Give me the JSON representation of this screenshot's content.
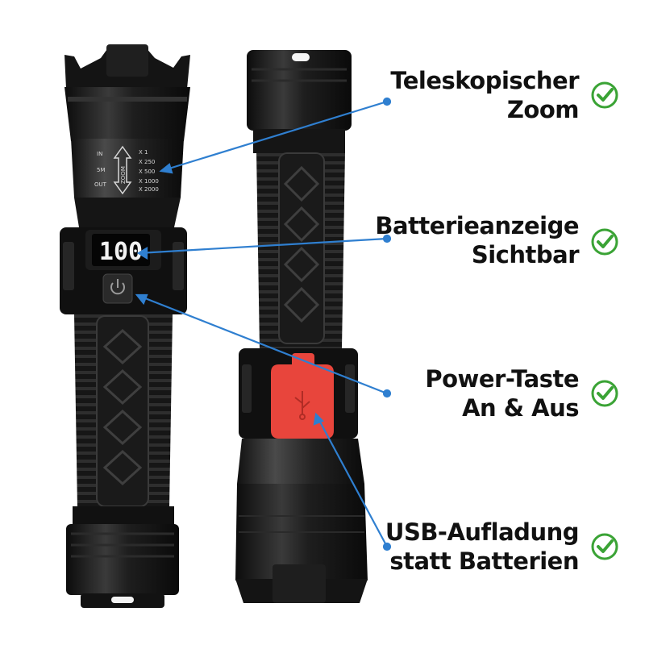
{
  "features": [
    {
      "line1": "Teleskopischer",
      "line2": "Zoom"
    },
    {
      "line1": "Batterieanzeige",
      "line2": "Sichtbar"
    },
    {
      "line1": "Power-Taste",
      "line2": "An & Aus"
    },
    {
      "line1": "USB-Aufladung",
      "line2": "statt Batterien"
    }
  ],
  "display": {
    "battery_level": "100"
  },
  "zoom_scale": {
    "in_label": "IN",
    "mid_label": "5M",
    "out_label": "OUT",
    "levels": [
      "X 1",
      "X 250",
      "X 500",
      "X 1000",
      "X 2000"
    ],
    "zoom_word": "ZOOM"
  },
  "colors": {
    "callout_line": "#2f7fd0",
    "check": "#3aa335",
    "usb_cover": "#e8453c",
    "body": "#1b1b1b"
  }
}
